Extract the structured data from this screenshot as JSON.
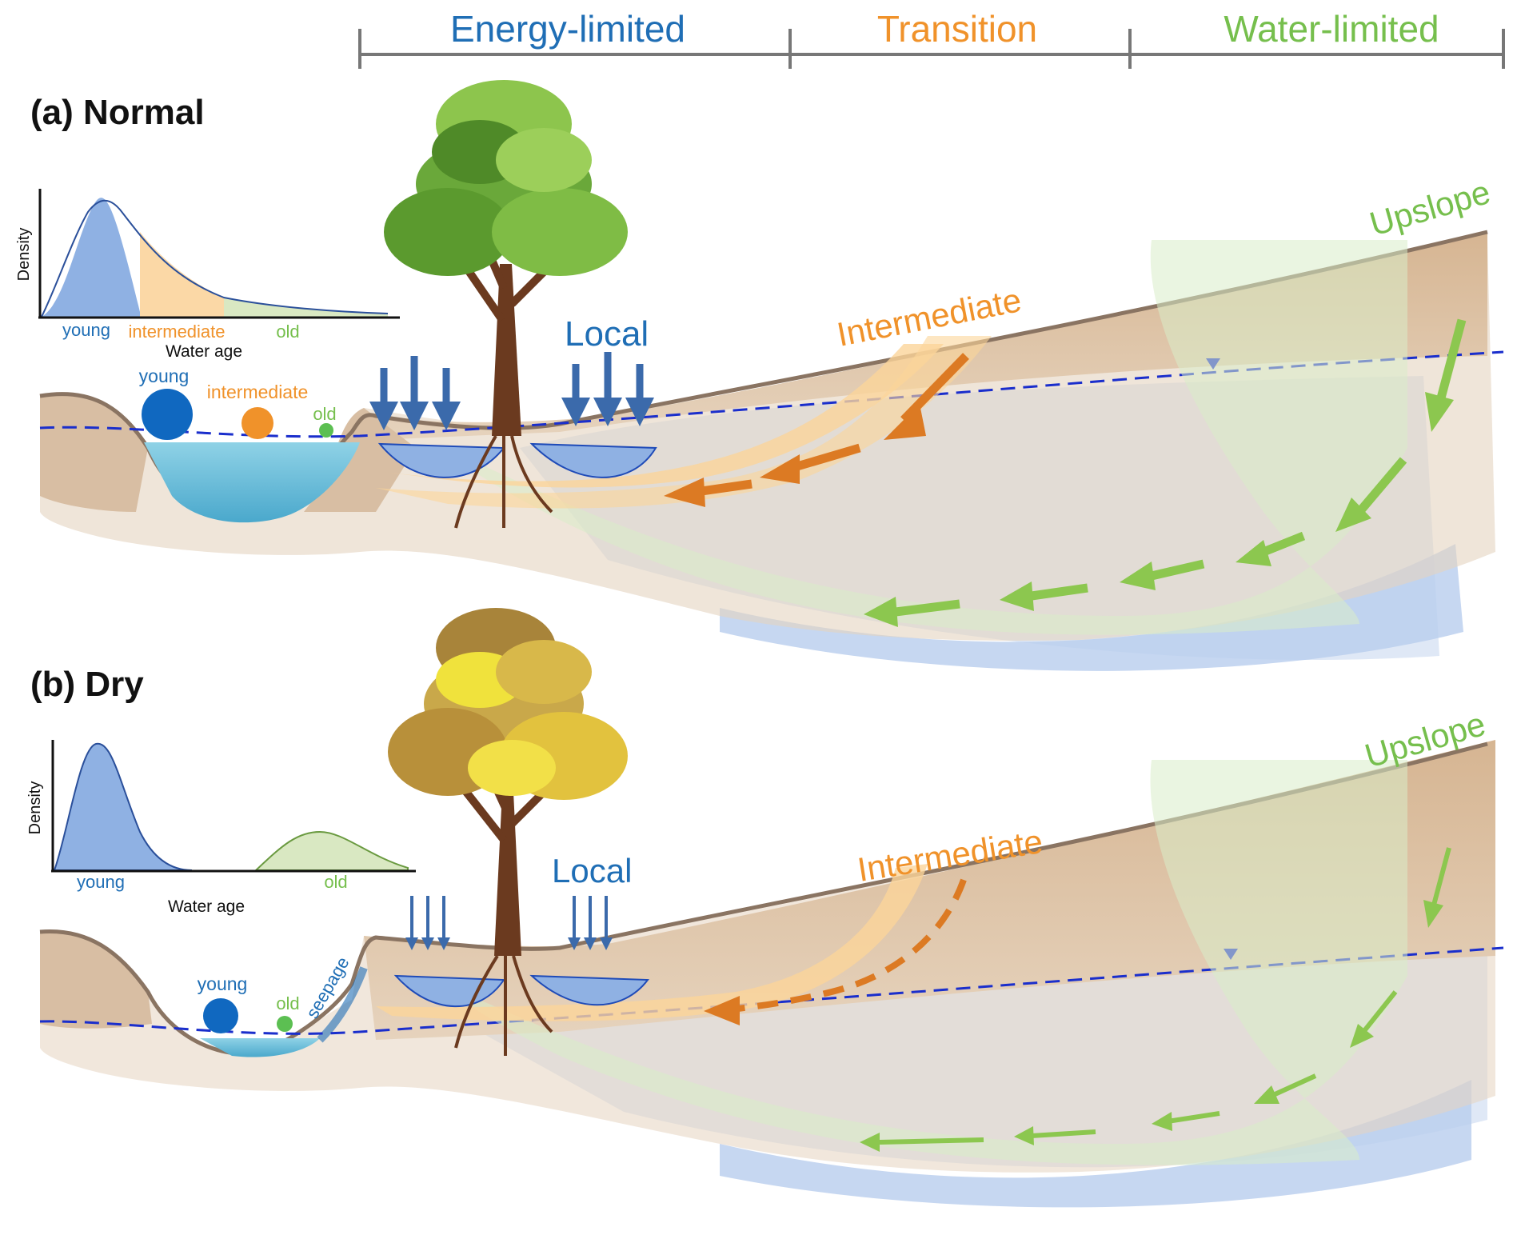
{
  "zones": {
    "energy": "Energy-limited",
    "transition": "Transition",
    "water": "Water-limited"
  },
  "colors": {
    "blue": "#1f6eb5",
    "orange": "#f0922a",
    "green": "#76bf4d",
    "soil": "#d2b18f",
    "water": "#6fc0de",
    "water_table": "#1a2ecc"
  },
  "panel_a": {
    "title": "(a) Normal",
    "density_chart": {
      "y_label": "Density",
      "x_label": "Water age",
      "cat_young": "young",
      "cat_intermediate": "intermediate",
      "cat_old": "old"
    },
    "bubbles": {
      "young": "young",
      "intermediate": "intermediate",
      "old": "old"
    },
    "flow_labels": {
      "local": "Local",
      "intermediate": "Intermediate",
      "upslope": "Upslope"
    },
    "icons": [
      "tree-green-icon",
      "water-table-marker-icon"
    ]
  },
  "panel_b": {
    "title": "(b) Dry",
    "density_chart": {
      "y_label": "Density",
      "x_label": "Water age",
      "cat_young": "young",
      "cat_old": "old"
    },
    "bubbles": {
      "young": "young",
      "old": "old",
      "seepage": "seepage"
    },
    "flow_labels": {
      "local": "Local",
      "intermediate": "Intermediate",
      "upslope": "Upslope"
    },
    "icons": [
      "tree-autumn-icon",
      "water-table-marker-icon"
    ]
  }
}
